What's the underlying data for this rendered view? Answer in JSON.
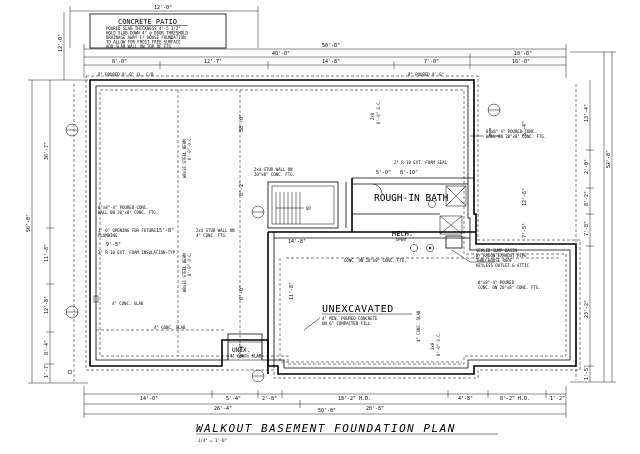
{
  "plan": {
    "title": "WALKOUT BASEMENT FOUNDATION PLAN",
    "scale": "1/4\" = 1'-0\""
  },
  "patio": {
    "title": "CONCRETE PATIO",
    "notes": [
      "POURED SLAB THICKNESS 4\"-5 1/2\"",
      "HOLD SLAB DOWN 4\" @ DOOR THRESHOLD",
      "DRAINAGE AWAY F/ HOUSE FOUNDATION",
      "TO ALLOW FOR FROST FREE SURFACE",
      "ADD SLAB WALL ON TOP OF FTG"
    ]
  },
  "rooms": {
    "bath": "ROUGH-IN BATH",
    "mech": "MECH.",
    "mech_sub": "OPEN",
    "unexcavated": "UNEXCAVATED",
    "unexcavated_note_1": "4\" MIN. POURED CONCRETE",
    "unexcavated_note_2": "ON 6\" COMPACTED FILL",
    "unex_small": "UNEX.",
    "unex_small_note": "4\" CONC. SLAB"
  },
  "dims": {
    "top_overall": "12'-0\"",
    "row1": [
      "50'-0\""
    ],
    "row2": [
      "40'-0\"",
      "10'-0\""
    ],
    "row3": [
      "8'-0\"",
      "12'-7\"",
      "14'-8\"",
      "7'-0\"",
      "10'-0\""
    ],
    "bottom_row1": [
      "14'-0\"",
      "5'-4\"",
      "2'-8\"",
      "18'-2\" H.D.",
      "4'-8\"",
      "8'-2\" H.D.",
      "1'-2\""
    ],
    "bottom_row2": [
      "26'-4\"",
      "20'-8\""
    ],
    "bottom_overall": "50'-0\"",
    "left_outer": "56'-0\"",
    "left_1": "36'-7\"",
    "left_2": "11'-8\"",
    "left_3": "12'-8\"",
    "left_4": "8'-4\"",
    "left_5": "1'-7\"",
    "left_top": "12'-0\"",
    "right_outer": "52'-0\"",
    "right_1": "13'-4\"",
    "right_2": "2'-0\"",
    "right_3": "8'-2\"",
    "right_4": "7'-8\"",
    "right_5": "23'-2\"",
    "right_6": "1'-5\"",
    "inner_a": "38'-0\"",
    "inner_b": "8'-2\"",
    "inner_c": "6'-0\"",
    "inner_d": "9'-4\"",
    "inner_e": "14'-8\"",
    "inner_f": "11'-8\"",
    "inner_g": "5'-4\"",
    "inner_h": "12'-6\"",
    "inner_i": "7'-5\"",
    "inner_j": "9'-5\"",
    "inner_k": "15'-8\"",
    "inner_l": "5'-0\"",
    "inner_m": "8'-10\""
  },
  "notes": {
    "top_wall_l": "8\" POURED 8'-0\" CL. C/B",
    "top_wall_r": "8\" POURED 8'-0\"",
    "r_note_1": "8\"x8\"-4\" POURED CONC.",
    "r_note_1b": "WALL ON 20\"x8\" CONC. FTG.",
    "r_note_2": "2\" R-10 EXT. FOAM SEAL",
    "stair_note": "2x4 STUD WALL ON",
    "stair_note_b": "20\"x8\" CONC. FTG.",
    "beam_1": "W8x31 STEEL BEAM",
    "beam_1b": "6'-0\" O.C.",
    "beam_2": "W8x31 STEEL BEAM",
    "beam_2b": "6'-0\" O.C.",
    "left_wall_1": "8\"x8\"-4\" POURED CONC.",
    "left_wall_1b": "WALL ON 20\"x8\" CONC. FTG.",
    "left_open_1": "1'-0\" OPENING FOR FUTURE",
    "left_open_1b": "PLUMBING",
    "left_foam": "2\" R-10 EXT. FOAM INSULATION-TYP.",
    "left_stud": "2x4 STUD WALL ON",
    "left_stud_b": "4\" CONC. FTG.",
    "mid_note_1": "CONC. ON 20\"x8\" CONC. FTG.",
    "mid_note_2": "8\"x8\"-4\" POURED",
    "mid_note_2b": "CONC. ON 20\"x8\" CONC. FTG.",
    "mech_note_1": "SEALED SUMP BASIN",
    "mech_note_2": "W/ RADON EXHAUST PIPE",
    "mech_note_3": "THRU HOUSE ROOF",
    "mech_note_4": "KEYLESS OUTLET & ATTIC",
    "slab_1": "4\" CONC. SLAB",
    "slab_2": "4\" CONC. SLAB",
    "slab_3": "4\" CONC. SLAB",
    "up": "UP",
    "size": "2x8"
  }
}
